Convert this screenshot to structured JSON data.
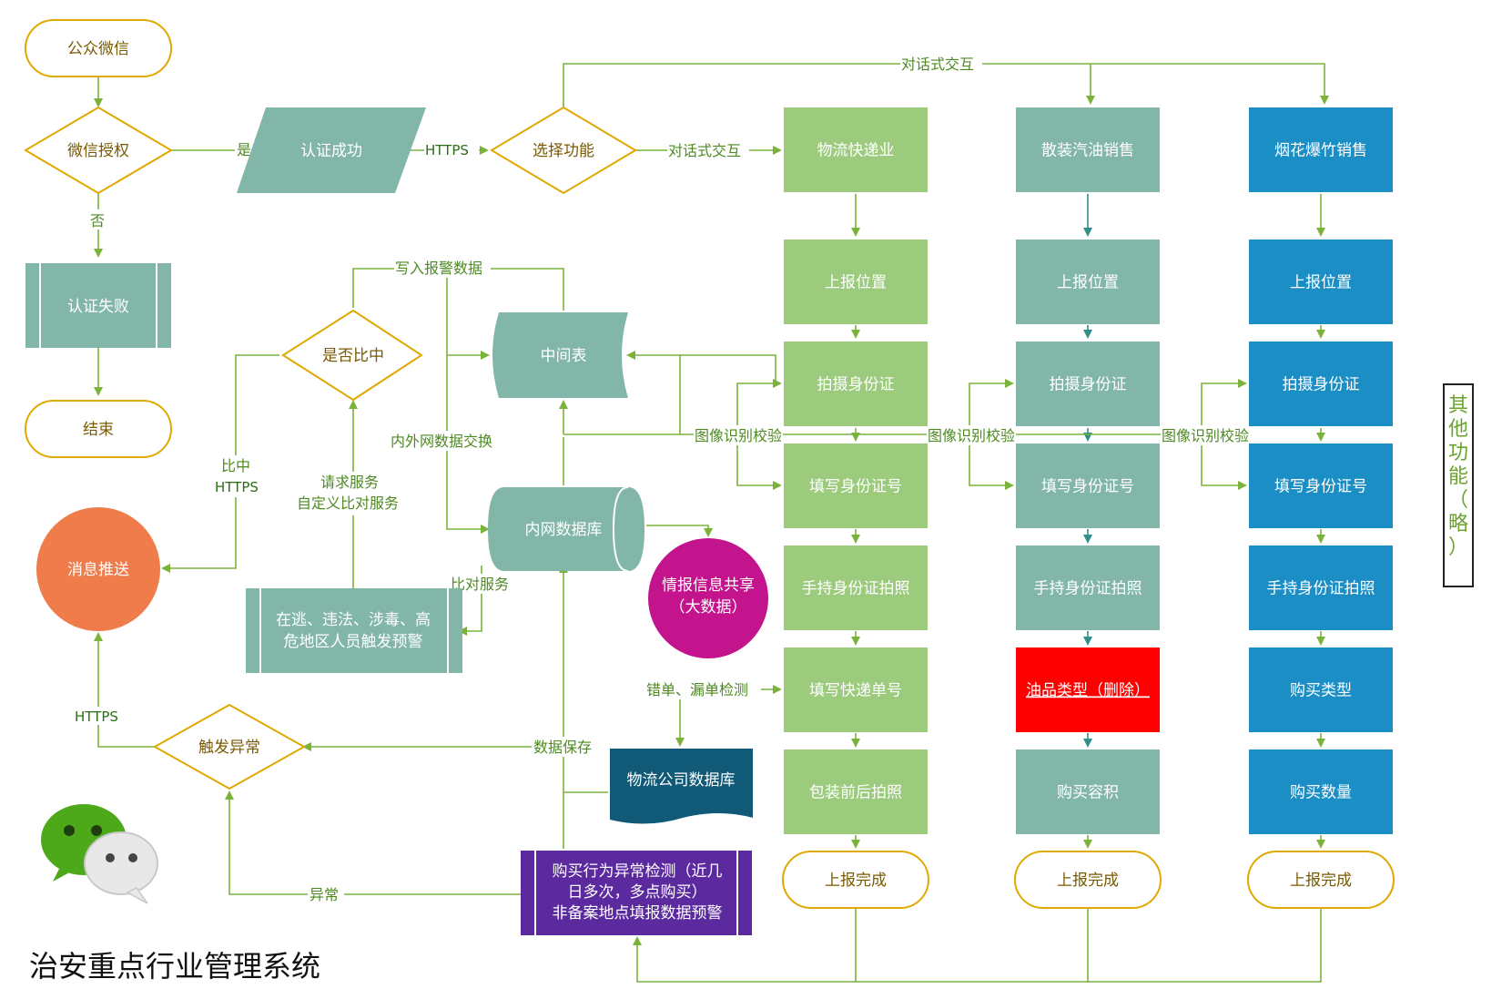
{
  "colors": {
    "terminal_stroke": "#e0a800",
    "decision_stroke": "#e0a800",
    "teal": "#82b6a8",
    "green": "#9ccb7d",
    "blue": "#1b8ec6",
    "red": "#ff0000",
    "purple": "#5b2a9e",
    "orange": "#ef7c4a",
    "magenta": "#c3138d",
    "dark_teal": "#105a78",
    "edge": "#7bb33a"
  },
  "left": {
    "wechat": "公众微信",
    "auth": "微信授权",
    "yes": "是",
    "no": "否",
    "auth_ok": "认证成功",
    "https": "HTTPS",
    "auth_fail": "认证失败",
    "end": "结束",
    "choose": "选择功能",
    "dialog": "对话式交互",
    "dialog_top": "对话式交互"
  },
  "middle": {
    "match_q": "是否比中",
    "write_alarm": "写入报警数据",
    "middle_table": "中间表",
    "inout_exchange": "内外网数据交换",
    "match_https_1": "比中",
    "match_https_2": "HTTPS",
    "push": "消息推送",
    "request_1": "请求服务",
    "request_2": "自定义比对服务",
    "intranet_db": "内网数据库",
    "compare_service": "比对服务",
    "warn_1": "在逃、违法、涉毒、高",
    "warn_2": "危地区人员触发预警",
    "intel_1": "情报信息共享",
    "intel_2": "（大数据）",
    "error_check": "错单、漏单检测",
    "save_data": "数据保存",
    "logistics_db": "物流公司数据库",
    "trigger": "触发异常",
    "https2": "HTTPS",
    "abnormal": "异常",
    "buy_detect_1": "购买行为异常检测（近几",
    "buy_detect_2": "日多次，多点购买）",
    "buy_detect_3": "非备案地点填报数据预警",
    "img_check": "图像识别校验"
  },
  "col1": {
    "head": "物流快递业",
    "steps": [
      "上报位置",
      "拍摄身份证",
      "填写身份证号",
      "手持身份证拍照",
      "填写快递单号",
      "包装前后拍照"
    ],
    "done": "上报完成"
  },
  "col2": {
    "head": "散装汽油销售",
    "steps": [
      "上报位置",
      "拍摄身份证",
      "填写身份证号",
      "手持身份证拍照",
      "油品类型（删除）",
      "购买容积"
    ],
    "done": "上报完成"
  },
  "col3": {
    "head": "烟花爆竹销售",
    "steps": [
      "上报位置",
      "拍摄身份证",
      "填写身份证号",
      "手持身份证拍照",
      "购买类型",
      "购买数量"
    ],
    "done": "上报完成"
  },
  "side_label": "其他功能（略）",
  "title": "治安重点行业管理系统"
}
